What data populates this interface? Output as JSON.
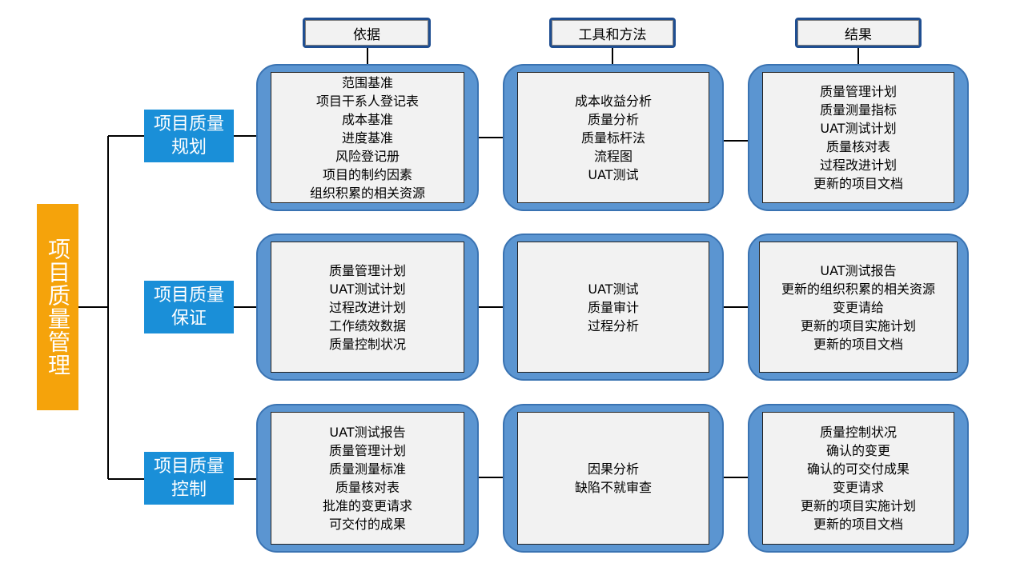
{
  "diagram": {
    "root": "项目质量管理",
    "columns": [
      "依据",
      "工具和方法",
      "结果"
    ],
    "processes": [
      {
        "name": "项目质量规划",
        "inputs": [
          "范围基准",
          "项目干系人登记表",
          "成本基准",
          "进度基准",
          "风险登记册",
          "项目的制约因素",
          "组织积累的相关资源"
        ],
        "tools": [
          "成本收益分析",
          "质量分析",
          "质量标杆法",
          "流程图",
          "UAT测试"
        ],
        "outputs": [
          "质量管理计划",
          "质量测量指标",
          "UAT测试计划",
          "质量核对表",
          "过程改进计划",
          "更新的项目文档"
        ]
      },
      {
        "name": "项目质量保证",
        "inputs": [
          "质量管理计划",
          "UAT测试计划",
          "过程改进计划",
          "工作绩效数据",
          "质量控制状况"
        ],
        "tools": [
          "UAT测试",
          "质量审计",
          "过程分析"
        ],
        "outputs": [
          "UAT测试报告",
          "更新的组织积累的相关资源",
          "变更请给",
          "更新的项目实施计划",
          "更新的项目文档"
        ]
      },
      {
        "name": "项目质量控制",
        "inputs": [
          "UAT测试报告",
          "质量管理计划",
          "质量测量标准",
          "质量核对表",
          "批准的变更请求",
          "可交付的成果"
        ],
        "tools": [
          "因果分析",
          "缺陷不就审查"
        ],
        "outputs": [
          "质量控制状况",
          "确认的变更",
          "确认的可交付成果",
          "变更请求",
          "更新的项目实施计划",
          "更新的项目文档"
        ]
      }
    ],
    "colors": {
      "root": "#f5a30b",
      "process": "#1a8fd8",
      "cell_outer": "#5b95d1",
      "cell_inner": "#f2f2f2",
      "header_border": "#1f4e91"
    }
  }
}
